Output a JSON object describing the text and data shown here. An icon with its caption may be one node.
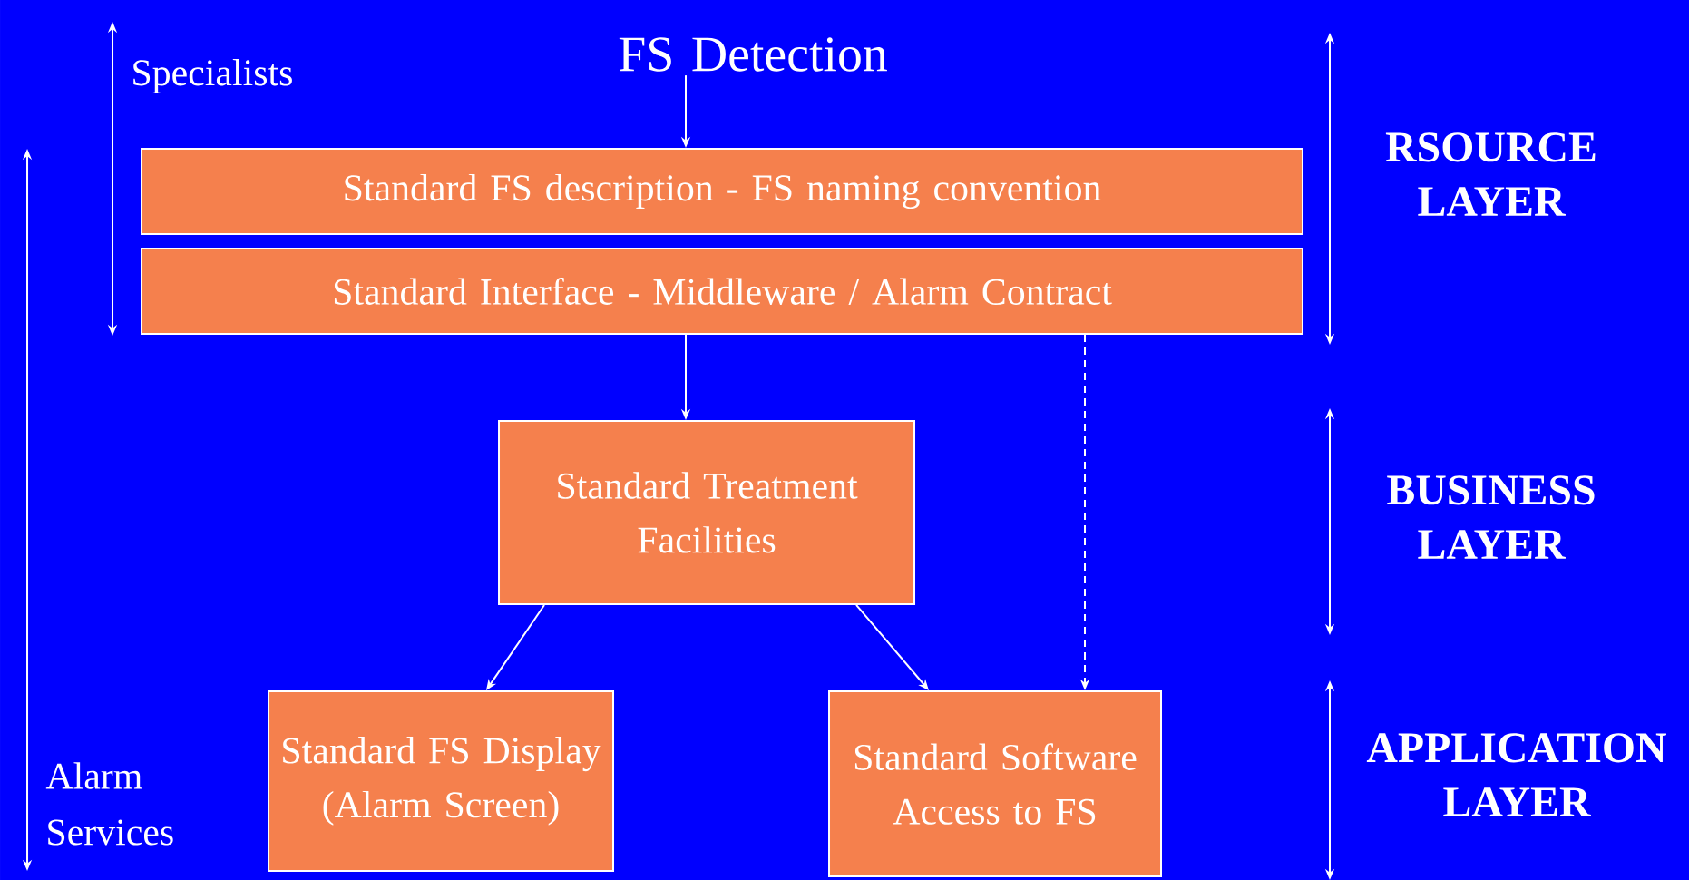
{
  "diagram": {
    "nodes": [
      {
        "text": [
          "FS Detection"
        ]
      },
      {
        "text": [
          "Standard FS description - FS naming convention"
        ]
      },
      {
        "text": [
          "Standard Interface - Middleware / Alarm Contract"
        ]
      },
      {
        "text": [
          "Standard Treatment Facilities"
        ]
      },
      {
        "text": [
          "Standard FS Display (Alarm Screen)"
        ]
      },
      {
        "text": [
          "Standard Software Access to FS"
        ]
      }
    ],
    "edges": [
      {
        "from": 0,
        "to": 1,
        "arrow": "to"
      },
      {
        "from": 2,
        "to": 3,
        "arrow": "to"
      },
      {
        "from": 3,
        "to": 4,
        "arrow": "to"
      },
      {
        "from": 3,
        "to": 5,
        "arrow": "to"
      },
      {
        "from": 2,
        "to": 5,
        "arrow": "to",
        "style": "dashed"
      }
    ],
    "labels": [
      "Specialists",
      "Alarm Services",
      "RSOURCE LAYER",
      "BUSINESS LAYER",
      "APPLICATION LAYER"
    ]
  }
}
